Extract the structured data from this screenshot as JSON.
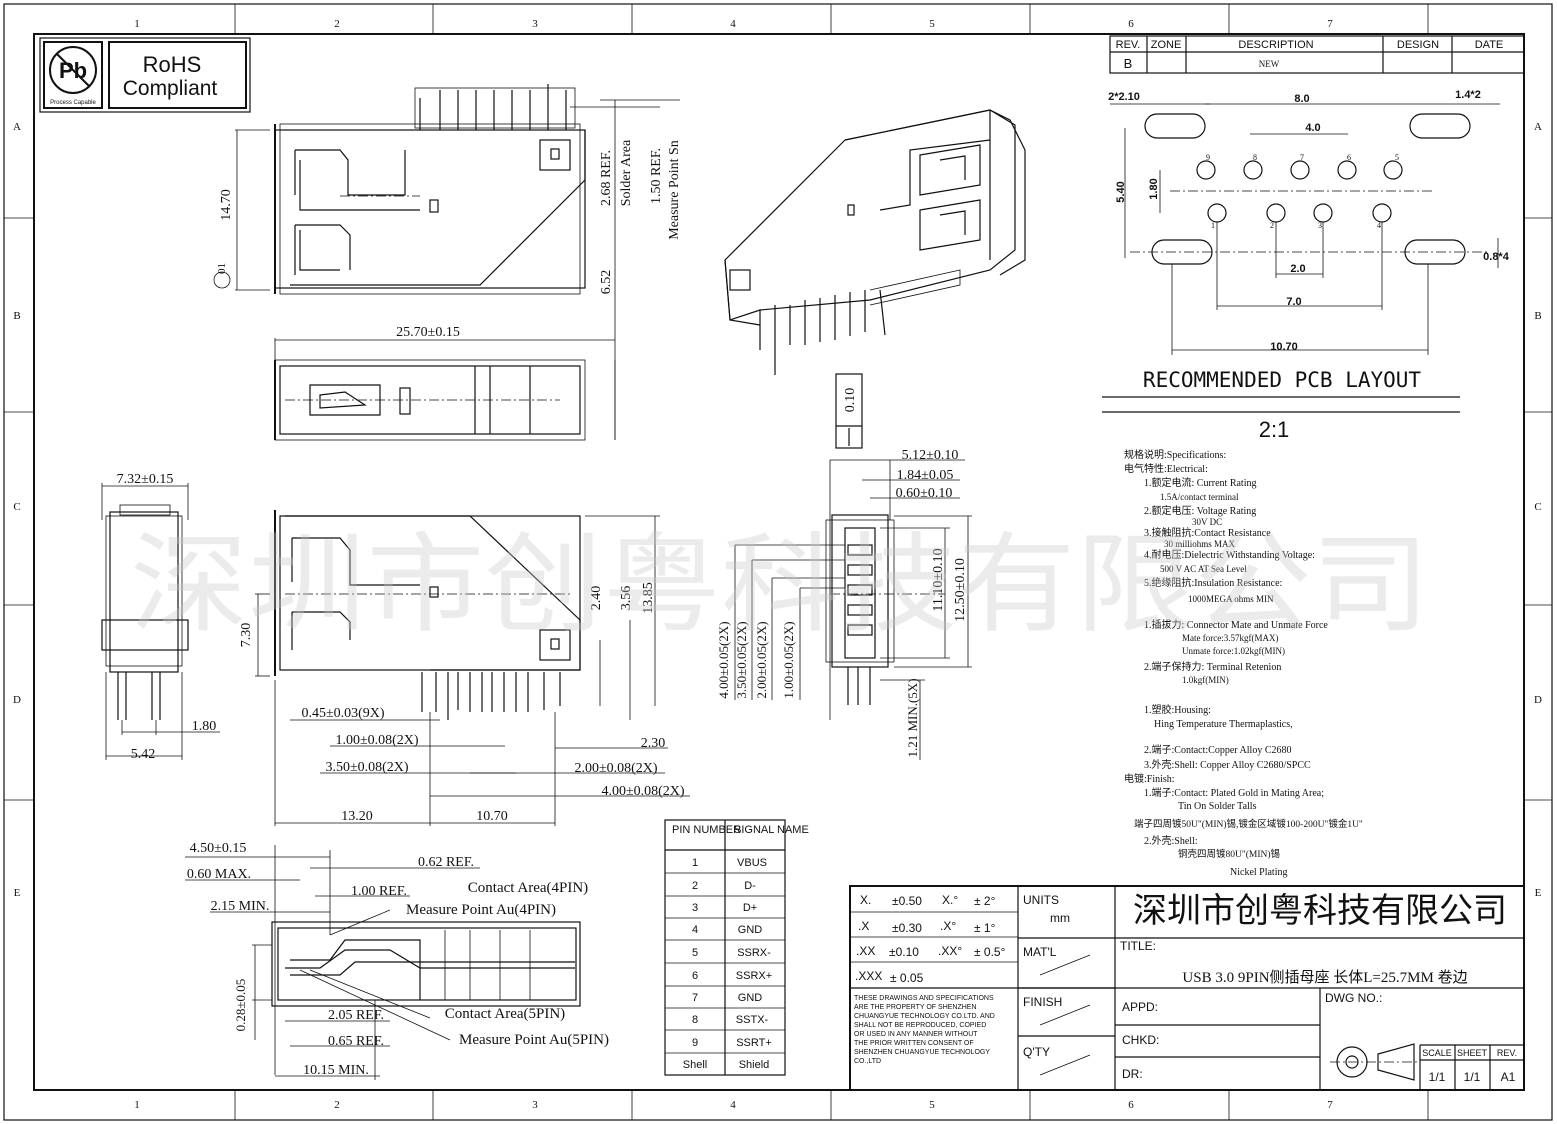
{
  "border": {
    "columns": [
      "1",
      "2",
      "3",
      "4",
      "5",
      "6",
      "7"
    ],
    "rows": [
      "A",
      "B",
      "C",
      "D",
      "E"
    ]
  },
  "rohs": {
    "label_line1": "RoHS",
    "label_line2": "Compliant",
    "pb_text": "Pb",
    "pb_sub": "Process Capable"
  },
  "revision_table": {
    "headers": [
      "REV.",
      "ZONE",
      "DESCRIPTION",
      "DESIGN",
      "DATE"
    ],
    "rows": [
      [
        "B",
        "",
        "NEW",
        "",
        ""
      ]
    ]
  },
  "watermark": "深圳市创粤科技有限公司",
  "top_view_dims": {
    "height": "14.70",
    "solder_ref": "2.68 REF.",
    "solder_area": "Solder Area",
    "measure_ref": "1.50 REF.",
    "measure_point": "Measure Point Sn",
    "depth": "6.52",
    "circle_num": "01"
  },
  "side_view_dims": {
    "length": "25.70±0.15"
  },
  "iso_view": {},
  "front_left_dims": {
    "width": "7.32±0.15",
    "pitch": "1.80",
    "foot": "5.42"
  },
  "front_main_dims": {
    "h_730": "7.30",
    "h_240": "2.40",
    "h_356": "3.56",
    "h_1385": "13.85",
    "d_045": "0.45±0.03(9X)",
    "d_100": "1.00±0.08(2X)",
    "d_350": "3.50±0.08(2X)",
    "d_230": "2.30",
    "d_200": "2.00±0.08(2X)",
    "d_400": "4.00±0.08(2X)",
    "d_1320": "13.20",
    "d_1070": "10.70"
  },
  "end_view_dims": {
    "flat": "0.10",
    "d_512": "5.12±0.10",
    "d_184": "1.84±0.05",
    "d_060": "0.60±0.10",
    "d_110": "11.10±0.10",
    "d_1250": "12.50±0.10",
    "v_400": "4.00±0.05(2X)",
    "v_350": "3.50±0.05(2X)",
    "v_200": "2.00±0.05(2X)",
    "v_100": "1.00±0.05(2X)",
    "v_121": "1.21 MIN.(5X)"
  },
  "section_view": {
    "d_450": "4.50±0.15",
    "d_060": "0.60 MAX.",
    "d_062": "0.62 REF.",
    "d_100": "1.00 REF.",
    "d_215": "2.15 MIN.",
    "d_028": "0.28±0.05",
    "d_205": "2.05 REF.",
    "d_065": "0.65 REF.",
    "d_1015": "10.15 MIN.",
    "contact4": "Contact Area(4PIN)",
    "measure4": "Measure Point Au(4PIN)",
    "contact5": "Contact Area(5PIN)",
    "measure5": "Measure Point Au(5PIN)"
  },
  "pcb_layout": {
    "title": "RECOMMENDED PCB LAYOUT",
    "scale": "2:1",
    "d_2x210": "2*2.10",
    "d_80": "8.0",
    "d_14x2": "1.4*2",
    "d_40": "4.0",
    "d_540": "5.40",
    "d_180": "1.80",
    "d_20": "2.0",
    "d_70": "7.0",
    "d_1070": "10.70",
    "d_08x4": "0.8*4",
    "top_pins": [
      "9",
      "8",
      "7",
      "6",
      "5"
    ],
    "bottom_pins": [
      "1",
      "2",
      "3",
      "4"
    ]
  },
  "specifications": [
    "规格说明:Specifications:",
    "电气特性:Electrical:",
    "1.额定电流: Current Rating",
    "1.5A/contact terminal",
    "2.额定电压: Voltage Rating",
    "30V DC",
    "3.接触阻抗:Contact Resistance",
    "30 milliohms MAX",
    "4.耐电压:Dielectric Withstanding Voltage:",
    "500 V AC AT Sea Level",
    "5.绝缘阻抗:Insulation Resistance:",
    "1000MEGA ohms MIN",
    "1.插拔力: Connector Mate and Unmate Force",
    "Mate force:3.57kgf(MAX)",
    "Unmate force:1.02kgf(MIN)",
    "2.端子保持力: Terminal Retenion",
    "1.0kgf(MIN)",
    "1.塑胶:Housing:",
    "Hing Temperature  Thermaplastics,",
    "2.端子:Contact:Copper Alloy C2680",
    "3.外壳:Shell: Copper Alloy C2680/SPCC",
    "电镀:Finish:",
    "1.端子:Contact: Plated Gold in Mating Area;",
    "Tin On Solder Talls",
    "端子四周镀50U\"(MIN)锡,镀金区域镀100-200U\"镀金1U\"",
    "2.外壳:Shell:",
    "铜壳四周镀80U\"(MIN)锡",
    "Nickel Plating"
  ],
  "pin_table": {
    "headers": [
      "PIN NUMBER",
      "SIGNAL NAME"
    ],
    "rows": [
      [
        "1",
        "VBUS"
      ],
      [
        "2",
        "D-"
      ],
      [
        "3",
        "D+"
      ],
      [
        "4",
        "GND"
      ],
      [
        "5",
        "SSRX-"
      ],
      [
        "6",
        "SSRX+"
      ],
      [
        "7",
        "GND"
      ],
      [
        "8",
        "SSTX-"
      ],
      [
        "9",
        "SSRT+"
      ],
      [
        "Shell",
        "Shield"
      ]
    ]
  },
  "title_block": {
    "tolerances": [
      [
        "X.",
        "±0.50",
        "X.°",
        "± 2°"
      ],
      [
        ".X",
        "±0.30",
        ".X°",
        "± 1°"
      ],
      [
        ".XX",
        "±0.10",
        ".XX°",
        "± 0.5°"
      ],
      [
        ".XXX",
        "± 0.05",
        "",
        ""
      ]
    ],
    "units_label": "UNITS",
    "units_value": "mm",
    "matl_label": "MAT'L",
    "finish_label": "FINISH",
    "qty_label": "Q'TY",
    "company": "深圳市创粤科技有限公司",
    "title_label": "TITLE:",
    "title_value": "USB 3.0 9PIN侧插母座 长体L=25.7MM 卷边",
    "appd_label": "APPD:",
    "chkd_label": "CHKD:",
    "dr_label": "DR:",
    "dwg_label": "DWG NO.:",
    "scale_label": "SCALE",
    "scale_value": "1/1",
    "sheet_label": "SHEET",
    "sheet_value": "1/1",
    "rev_label": "REV.",
    "rev_value": "A1",
    "disclaimer": [
      "THESE DRAWINGS AND SPECIFICATIONS",
      "ARE THE PROPERTY OF SHENZHEN",
      "CHUANGYUE TECHNOLOGY CO.LTD. AND",
      "SHALL NOT BE REPRODUCED, COPIED",
      "OR USED IN ANY MANNER WITHOUT",
      "THE PRIOR WRITTEN CONSENT OF",
      "SHENZHEN CHUANGYUE TECHNOLOGY",
      "CO.,LTD"
    ]
  }
}
